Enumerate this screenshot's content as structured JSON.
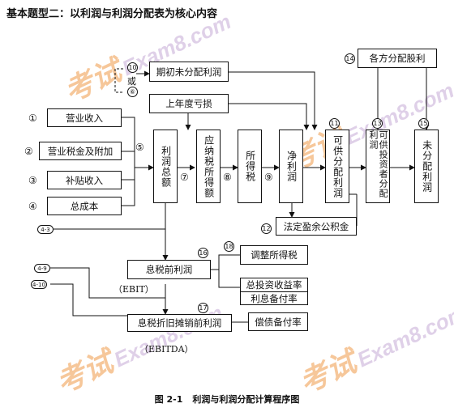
{
  "heading": "基本题型二：以利润与利润分配表为核心内容",
  "watermark": {
    "kao": "考试",
    "exam": "Exam8.com"
  },
  "boxes": {
    "opening_undistributed": "期初未分配利润",
    "prior_year_loss": "上年度亏损",
    "operating_revenue": "营业收入",
    "operating_tax": "营业税金及附加",
    "subsidy_income": "补贴收入",
    "total_cost": "总成本",
    "total_profit": "利润总额",
    "taxable_income": "应纳税所得额",
    "income_tax": "所得税",
    "net_profit": "净利润",
    "distributable_profit": "可供分配利润",
    "investor_distributable": "可供投资者分配利润",
    "undistributed_profit": "未分配利润",
    "dividends_payable": "各方分配股利",
    "statutory_reserve": "法定盈余公积金",
    "ebit": "息税前利润",
    "adjusted_income_tax": "调整所得税",
    "roi": "总投资收益率",
    "interest_coverage": "利息备付率",
    "ebitda": "息税折旧摊销前利润",
    "debt_service_coverage": "偿债备付率"
  },
  "labels": {
    "ebit_tag": "（EBIT）",
    "ebitda_tag": "（EBITDA）",
    "or": "或"
  },
  "markers": {
    "m1": "①",
    "m2": "②",
    "m3": "③",
    "m4": "④",
    "m5": "⑤",
    "m6": "⑥",
    "m7": "⑦",
    "m8": "⑧",
    "m9": "⑨",
    "m10": "10",
    "m11": "11",
    "m12": "12",
    "m13": "13",
    "m14": "14",
    "m15": "15",
    "m16": "16",
    "m17": "17",
    "m18": "18",
    "ref_4_3": "4-3",
    "ref_4_9": "4-9",
    "ref_4_10": "4-10"
  },
  "caption": {
    "number": "图 2-1",
    "title": "利润与利润分配计算程序图"
  }
}
